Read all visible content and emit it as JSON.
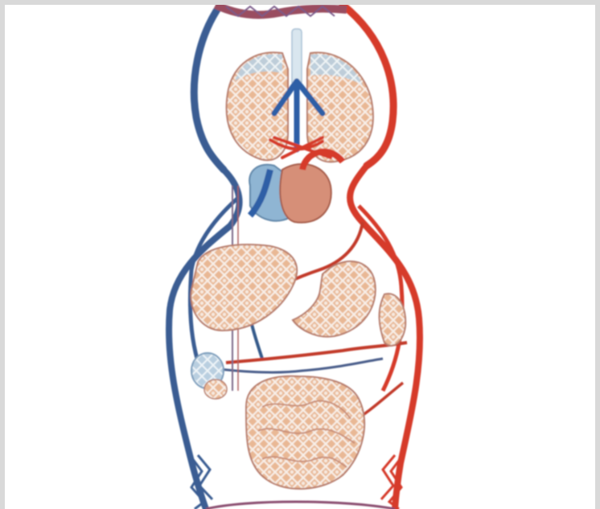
{
  "colors": {
    "artery": "#d63a2a",
    "vein": "#3a5d93",
    "organ_fill": "#e7b493",
    "organ_tint": "#cfe1ec",
    "organ_outline": "#b67a6a",
    "heart_left": "#d68f78",
    "heart_right": "#8fb5d3",
    "background": "#ffffff",
    "frame": "#d9d9d9"
  },
  "icons": [
    "circulatory-diagram",
    "lungs",
    "heart",
    "liver",
    "stomach",
    "kidney",
    "spleen",
    "intestines"
  ]
}
